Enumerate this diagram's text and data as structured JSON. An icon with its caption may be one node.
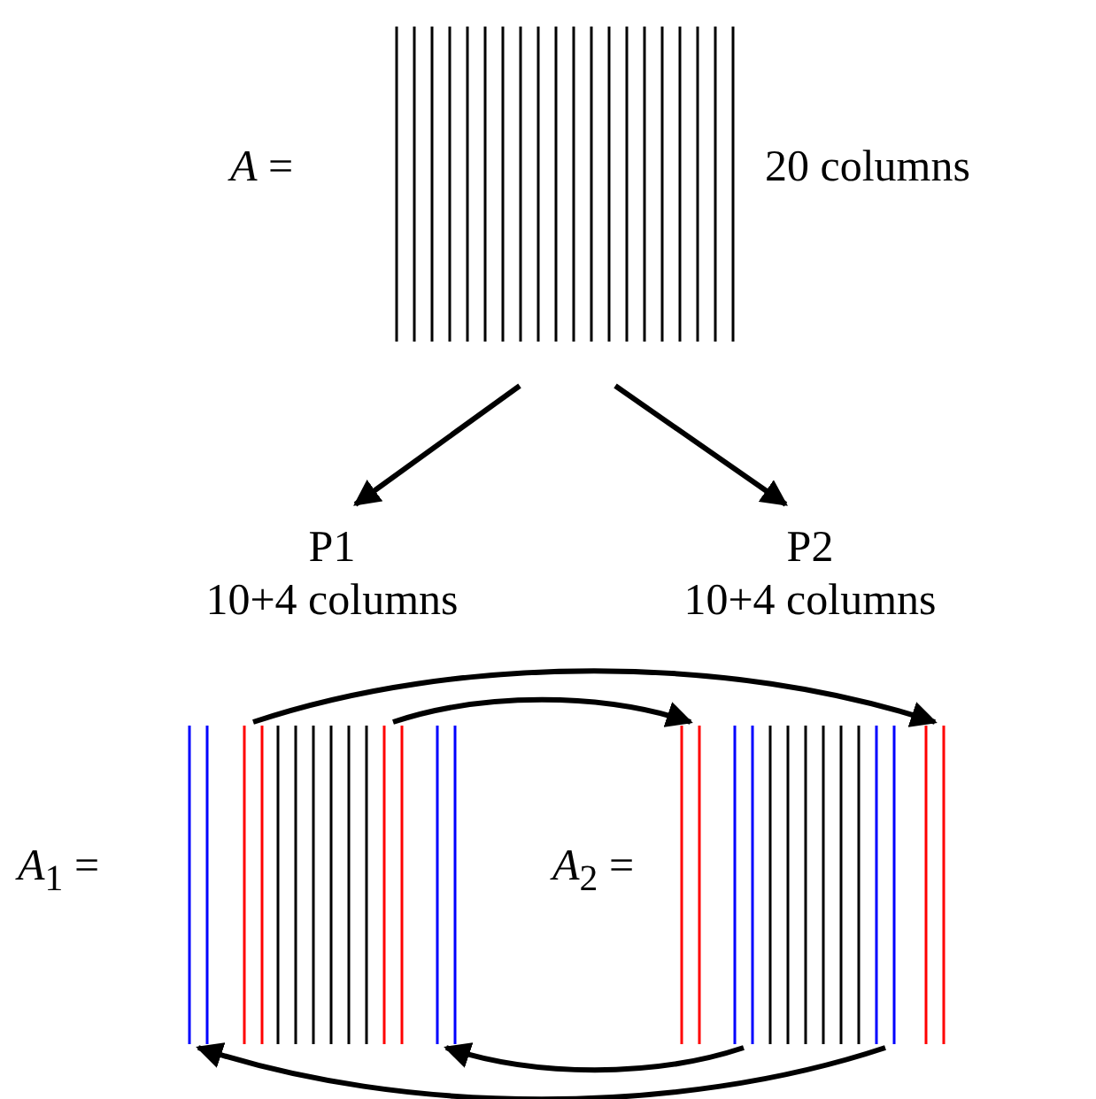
{
  "diagram": {
    "nodes": [
      {
        "text": [],
        "shape": "picture",
        "beside": [
          "*A* =",
          "20 columns"
        ]
      },
      {
        "text": [
          "P1",
          "10+4 columns"
        ]
      },
      {
        "text": [
          "P2",
          "10+4 columns"
        ]
      },
      {
        "text": [],
        "shape": "picture",
        "beside": [
          "*A*$_{1}$ ="
        ]
      },
      {
        "text": [],
        "shape": "bar",
        "in": 3
      },
      {
        "text": [],
        "shape": "bar",
        "in": 3
      },
      {
        "text": [],
        "shape": "bar",
        "in": 3
      },
      {
        "text": [],
        "shape": "bar",
        "in": 3
      },
      {
        "text": [],
        "shape": "picture",
        "beside": [
          "*A*$_{2}$ ="
        ]
      },
      {
        "text": [],
        "shape": "bar",
        "in": 8
      },
      {
        "text": [],
        "shape": "bar",
        "in": 8
      },
      {
        "text": [],
        "shape": "bar",
        "in": 8
      },
      {
        "text": [],
        "shape": "bar",
        "in": 8
      }
    ],
    "edges": [
      {
        "from": 0,
        "to": 1,
        "arrow": "to"
      },
      {
        "from": 0,
        "to": 2,
        "arrow": "to"
      },
      {
        "from": 5,
        "to": 12,
        "arrow": "to"
      },
      {
        "from": 6,
        "to": 9,
        "arrow": "to"
      },
      {
        "from": 10,
        "to": 7,
        "arrow": "to"
      },
      {
        "from": 11,
        "to": 4,
        "arrow": "to"
      }
    ]
  }
}
